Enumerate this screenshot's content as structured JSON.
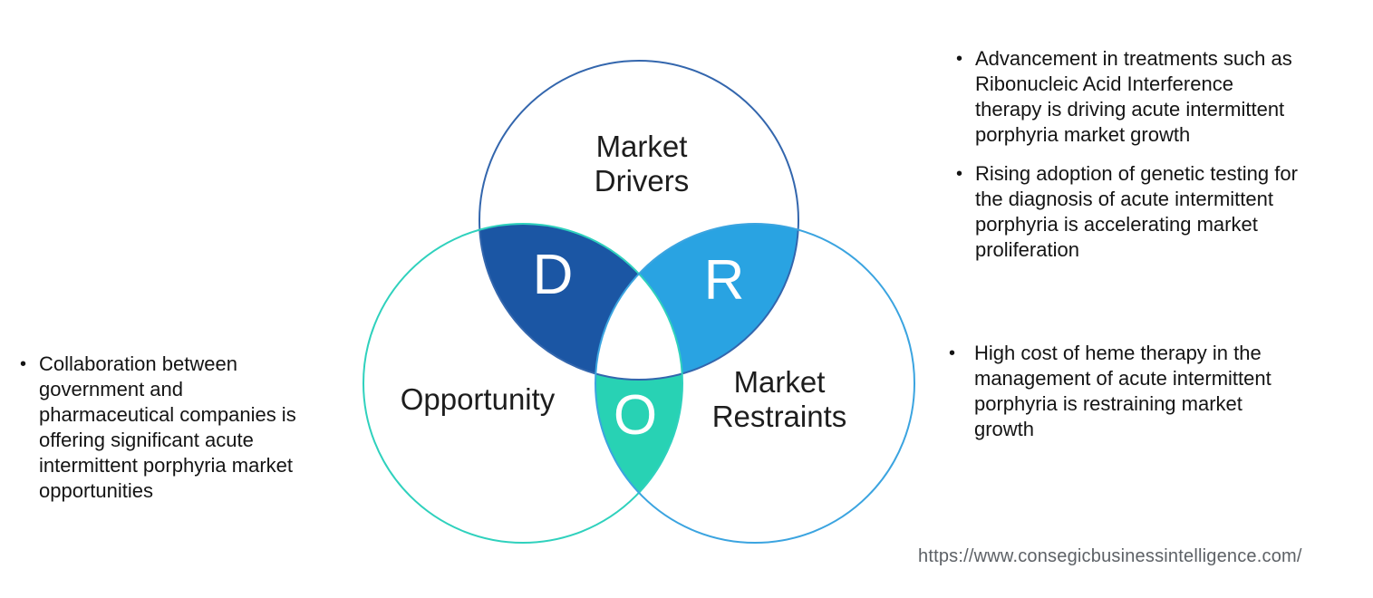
{
  "diagram": {
    "circles": {
      "drivers": {
        "label": [
          "Market",
          "Drivers"
        ],
        "outline_color": "#3366ad"
      },
      "opportunity": {
        "label": [
          "Opportunity"
        ],
        "outline_color": "#2fd1bd"
      },
      "restraints": {
        "label": [
          "Market",
          "Restraints"
        ],
        "outline_color": "#3ba4e0"
      }
    },
    "overlaps": {
      "drivers_opportunity": {
        "letter": "D",
        "fill": "#1b56a4"
      },
      "drivers_restraints": {
        "letter": "R",
        "fill": "#29a3e2"
      },
      "opportunity_restraints": {
        "letter": "O",
        "fill": "#28d2b4"
      }
    }
  },
  "notes": {
    "left": {
      "bullets": [
        {
          "lines": [
            "Collaboration between",
            "government and",
            "pharmaceutical companies is",
            "offering significant acute",
            "intermittent porphyria market",
            "opportunities"
          ]
        }
      ]
    },
    "right_top": {
      "bullets": [
        {
          "lines": [
            "Advancement in treatments such as",
            "Ribonucleic Acid Interference",
            "therapy is driving acute intermittent",
            "porphyria market growth"
          ]
        },
        {
          "lines": [
            "Rising adoption of genetic testing for",
            "the diagnosis of acute intermittent",
            "porphyria is accelerating market",
            "proliferation"
          ]
        }
      ]
    },
    "right_bottom": {
      "bullets": [
        {
          "lines": [
            "High cost of heme therapy in the",
            "management of acute intermittent",
            "porphyria is restraining market",
            "growth"
          ]
        }
      ]
    }
  },
  "footer": {
    "source_url": "https://www.consegicbusinessintelligence.com/"
  },
  "ui": {
    "bullet_char": "•"
  }
}
